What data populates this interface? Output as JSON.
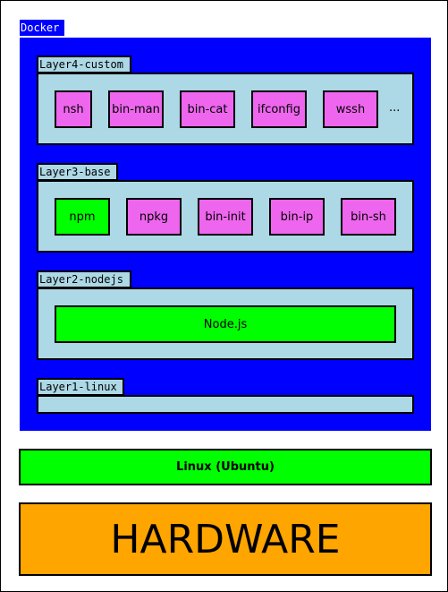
{
  "docker": {
    "label": "Docker",
    "color": "#0000ff"
  },
  "layers": {
    "layer4": {
      "label": "Layer4-custom",
      "packages": [
        "nsh",
        "bin-man",
        "bin-cat",
        "ifconfig",
        "wssh"
      ],
      "more": "..."
    },
    "layer3": {
      "label": "Layer3-base",
      "packages": [
        "npm",
        "npkg",
        "bin-init",
        "bin-ip",
        "bin-sh"
      ]
    },
    "layer2": {
      "label": "Layer2-nodejs",
      "packages": [
        "Node.js"
      ]
    },
    "layer1": {
      "label": "Layer1-linux"
    }
  },
  "host_os": {
    "label": "Linux (Ubuntu)"
  },
  "hardware": {
    "label": "HARDWARE"
  },
  "colors": {
    "layer_fill": "#add8e6",
    "package_magenta": "#ee66ee",
    "package_green": "#00ff00",
    "hardware": "#ffa500"
  }
}
